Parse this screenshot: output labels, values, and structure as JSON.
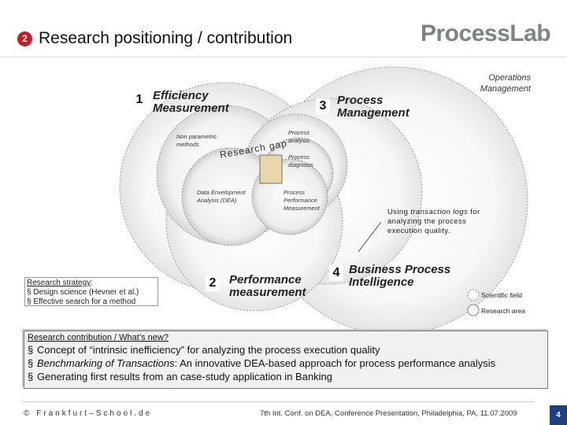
{
  "header": {
    "badge": "2",
    "title": "Research positioning / contribution",
    "logo": "ProcessLab"
  },
  "diagram": {
    "areas": {
      "efficiency": {
        "num": "1",
        "line1": "Efficiency",
        "line2": "Measurement"
      },
      "process_management": {
        "num": "3",
        "line1": "Process",
        "line2": "Management"
      },
      "performance": {
        "num": "2",
        "line1": "Performance",
        "line2": "measurement"
      },
      "bi": {
        "num": "4",
        "line1": "Business Process",
        "line2": "Intelligence"
      }
    },
    "operations_management": {
      "line1": "Operations",
      "line2": "Management"
    },
    "fields": {
      "non_parametric": {
        "line1": "Non parametric",
        "line2": "methods"
      },
      "process_analysis": {
        "line1": "Process",
        "line2": "analysis"
      },
      "process_diagnosis": {
        "line1": "Process",
        "line2": "diagnosis"
      },
      "dea": {
        "line1": "Data Envelopment",
        "line2": "Analysis (DEA)"
      },
      "ppm": {
        "line1": "Process",
        "line2": "Performance",
        "line3": "Measurement"
      }
    },
    "research_gap": "Research gap",
    "transaction_logs": {
      "line1_a": "Using ",
      "line1_b": "transaction logs",
      "line1_c": " for",
      "line2": "analyzing the process",
      "line3": "execution quality."
    },
    "research_strategy": {
      "heading": "Research strategy",
      "colon": ":",
      "item1": "Design science (Hevner et al.)",
      "item2": "Effective search for a method"
    },
    "legend": {
      "field": "Scientific field",
      "area": "Research area"
    }
  },
  "contribution": {
    "heading": "Research contribution / What’s new?",
    "item1": "Concept of “intrinsic inefficiency” for analyzing the process execution quality",
    "item2_em": "Benchmarking of Transactions",
    "item2_rest": ": An innovative DEA-based approach for process performance analysis",
    "item3": "Generating first results from an case-study application in Banking",
    "bullet": "§"
  },
  "footer": {
    "left": "© Frankfurt–School.de",
    "middle": "7th Int. Conf. on DEA, Conference Presentation, Philadelphia, PA, 11.07.2009",
    "page": "4"
  },
  "colors": {
    "badge_red": "#c0202a",
    "page_blue": "#1f3f82",
    "logo_gray": "#7d8487",
    "gap_fill": "#e8d7a8"
  }
}
